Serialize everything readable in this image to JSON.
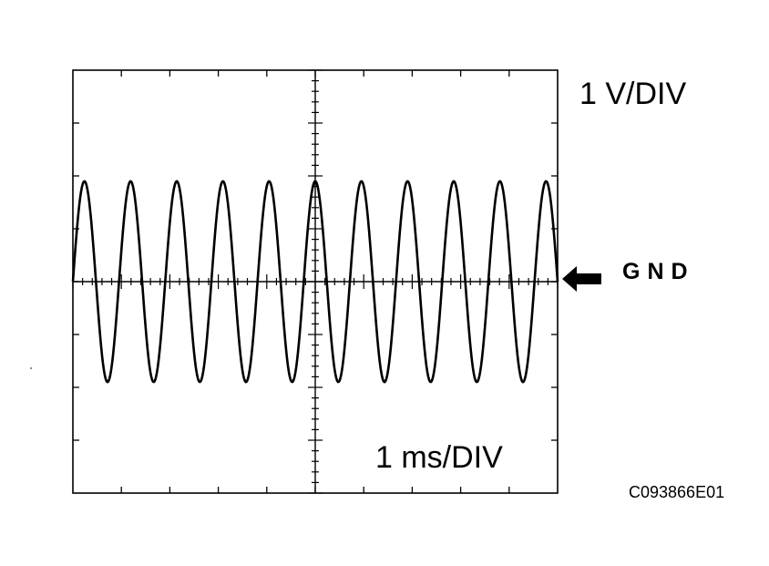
{
  "labels": {
    "volts_per_div": "1 V/DIV",
    "time_per_div": "1 ms/DIV",
    "ground": "GND",
    "figure_code": "C093866E01"
  },
  "waveform": {
    "type": "sine",
    "cycles_shown": 10.5,
    "peak_divisions": 1.9,
    "offset_divisions": 0
  },
  "colors": {
    "ink": "#000000",
    "background": "#ffffff"
  },
  "icons": {
    "ground_marker": "left-arrow-icon"
  }
}
